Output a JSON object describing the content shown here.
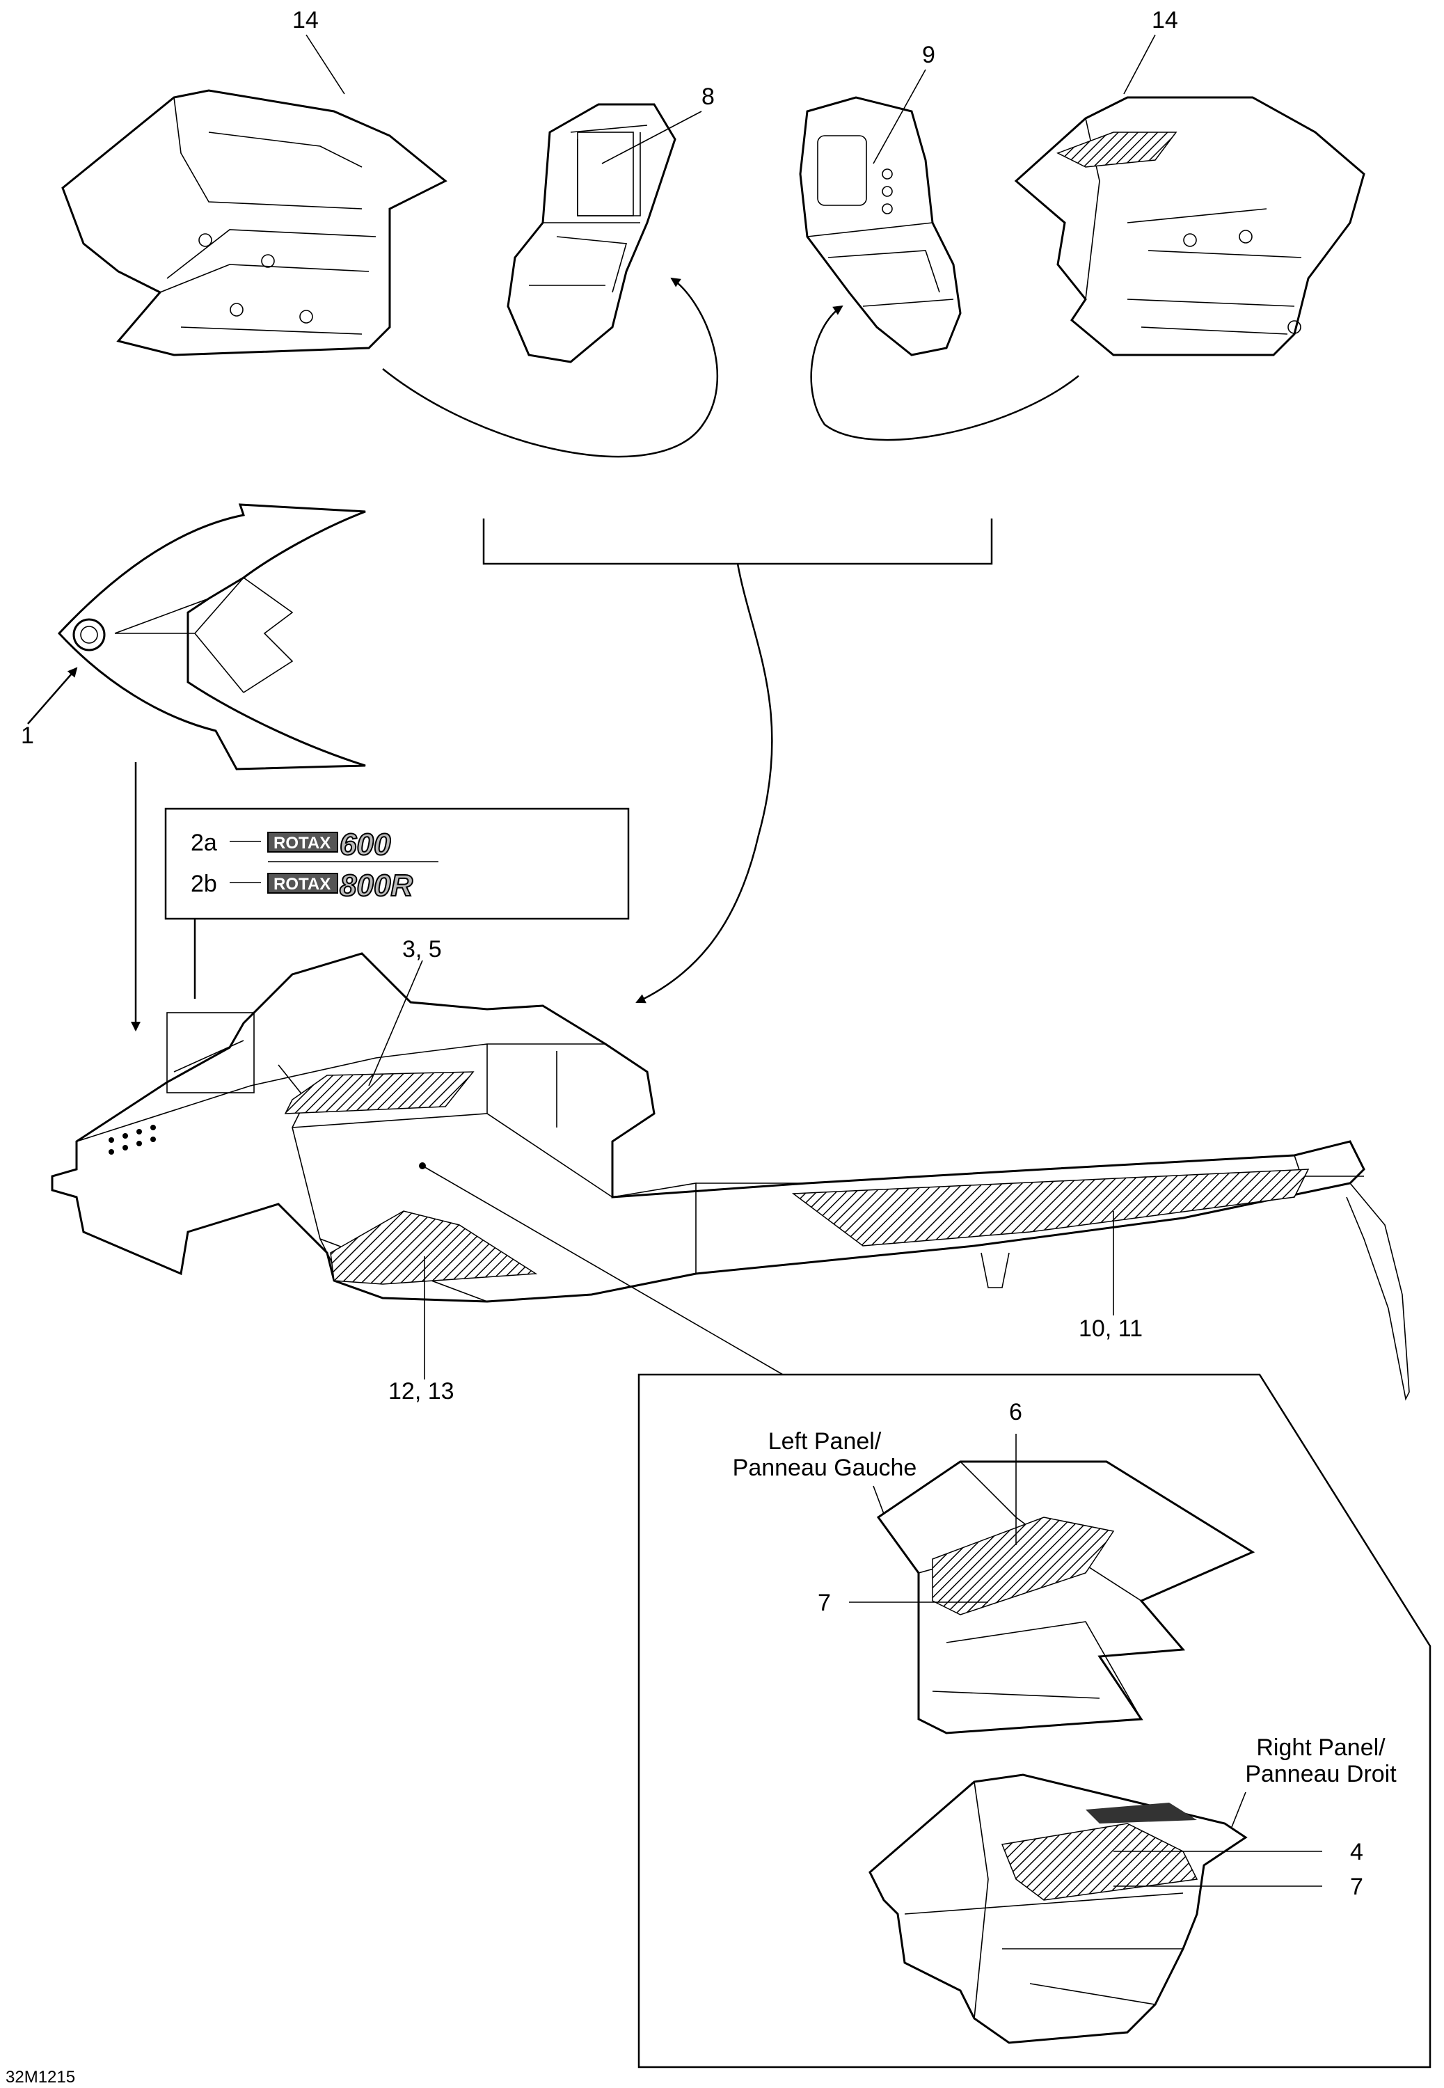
{
  "callouts": {
    "c14_left": "14",
    "c14_right": "14",
    "c8": "8",
    "c9": "9",
    "c1": "1",
    "c2a": "2a",
    "c2b": "2b",
    "c3_5": "3, 5",
    "c12_13": "12, 13",
    "c10_11": "10, 11",
    "c6": "6",
    "c7_left": "7",
    "c4": "4",
    "c7_right": "7"
  },
  "decals": {
    "rotax_word": "ROTAX",
    "engine_600": "600",
    "engine_800": "800R"
  },
  "panels": {
    "left_line1": "Left Panel/",
    "left_line2": "Panneau Gauche",
    "right_line1": "Right Panel/",
    "right_line2": "Panneau Droit"
  },
  "figure_code": "32M1215"
}
